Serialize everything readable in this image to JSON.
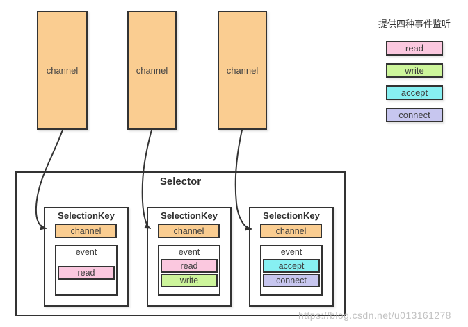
{
  "colors": {
    "channel_fill": "#FACD91",
    "border": "#333333",
    "read": "#FBC8DF",
    "write": "#CDF59B",
    "accept": "#87F0F2",
    "connect": "#C7C6EF"
  },
  "channels": [
    {
      "label": "channel"
    },
    {
      "label": "channel"
    },
    {
      "label": "channel"
    }
  ],
  "selector": {
    "title": "Selector",
    "keys": [
      {
        "title": "SelectionKey",
        "channel_label": "channel",
        "event_label": "event",
        "events": [
          {
            "label": "read",
            "color": "#FBC8DF"
          }
        ]
      },
      {
        "title": "SelectionKey",
        "channel_label": "channel",
        "event_label": "event",
        "events": [
          {
            "label": "read",
            "color": "#FBC8DF"
          },
          {
            "label": "write",
            "color": "#CDF59B"
          }
        ]
      },
      {
        "title": "SelectionKey",
        "channel_label": "channel",
        "event_label": "event",
        "events": [
          {
            "label": "accept",
            "color": "#87F0F2"
          },
          {
            "label": "connect",
            "color": "#C7C6EF"
          }
        ]
      }
    ]
  },
  "legend": {
    "title": "提供四种事件监听",
    "items": [
      {
        "label": "read",
        "color": "#FBC8DF"
      },
      {
        "label": "write",
        "color": "#CDF59B"
      },
      {
        "label": "accept",
        "color": "#87F0F2"
      },
      {
        "label": "connect",
        "color": "#C7C6EF"
      }
    ]
  },
  "watermark": "https://blog.csdn.net/u013161278"
}
